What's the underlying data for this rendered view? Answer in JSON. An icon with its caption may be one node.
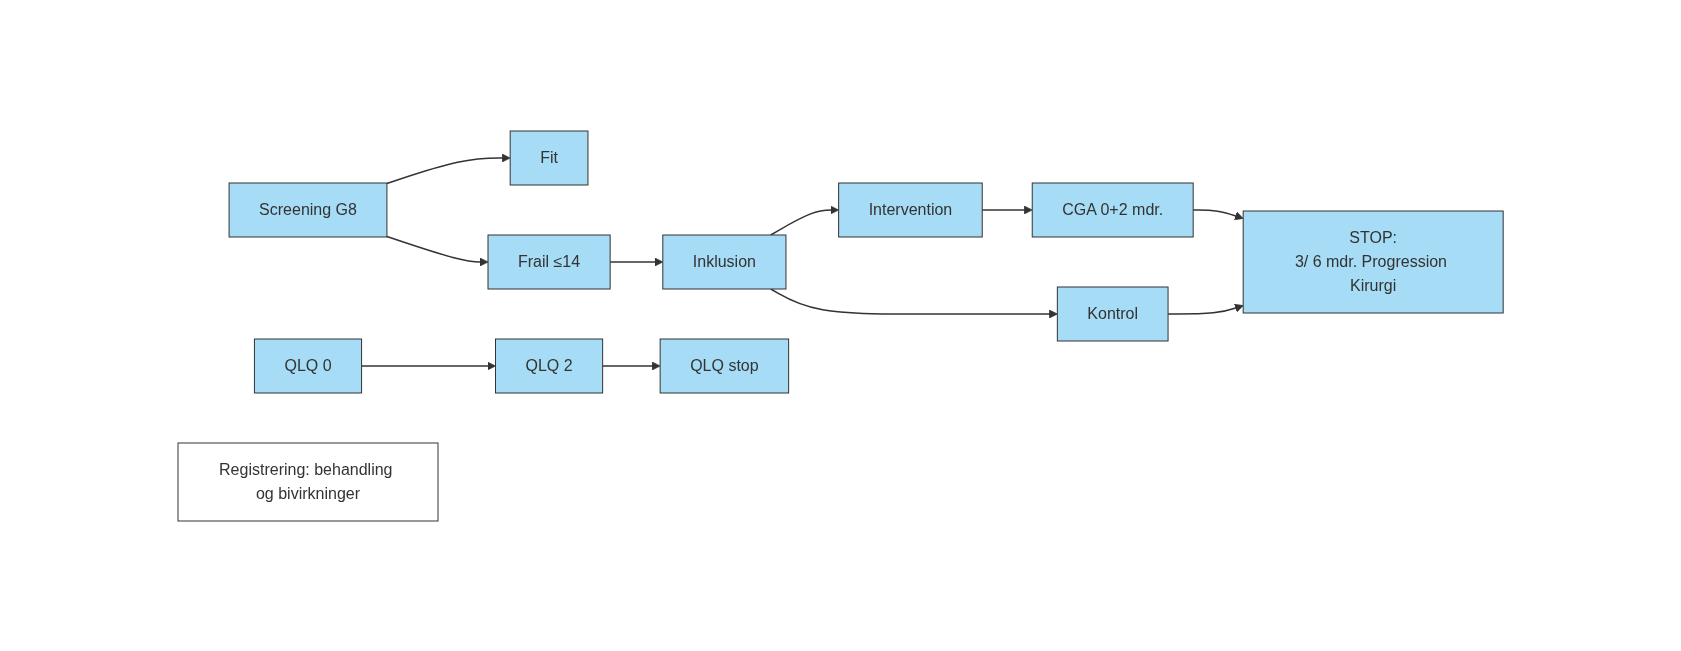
{
  "diagram": {
    "nodes": [
      {
        "text": [
          "Screening G8"
        ]
      },
      {
        "text": [
          "Fit"
        ]
      },
      {
        "text": [
          "Frail ≤14"
        ]
      },
      {
        "text": [
          "Inklusion"
        ]
      },
      {
        "text": [
          "Intervention"
        ]
      },
      {
        "text": [
          "CGA 0+2 mdr."
        ]
      },
      {
        "text": [
          "STOP:",
          "3/ 6 mdr. Progression Kirurgi"
        ]
      },
      {
        "text": [
          "Kontrol"
        ]
      },
      {
        "text": [
          "QLQ 0"
        ]
      },
      {
        "text": [
          "QLQ 2"
        ]
      },
      {
        "text": [
          "QLQ stop"
        ]
      },
      {
        "text": [
          "Registrering: behandling og bivirkninger"
        ]
      }
    ],
    "edges": [
      {
        "from": 0,
        "to": 1,
        "arrow": "to"
      },
      {
        "from": 0,
        "to": 2,
        "arrow": "to"
      },
      {
        "from": 2,
        "to": 3,
        "arrow": "to"
      },
      {
        "from": 3,
        "to": 4,
        "arrow": "to"
      },
      {
        "from": 3,
        "to": 7,
        "arrow": "to"
      },
      {
        "from": 4,
        "to": 5,
        "arrow": "to"
      },
      {
        "from": 5,
        "to": 6,
        "arrow": "to"
      },
      {
        "from": 7,
        "to": 6,
        "arrow": "to"
      },
      {
        "from": 8,
        "to": 9,
        "arrow": "to"
      },
      {
        "from": 9,
        "to": 10,
        "arrow": "to"
      }
    ]
  }
}
